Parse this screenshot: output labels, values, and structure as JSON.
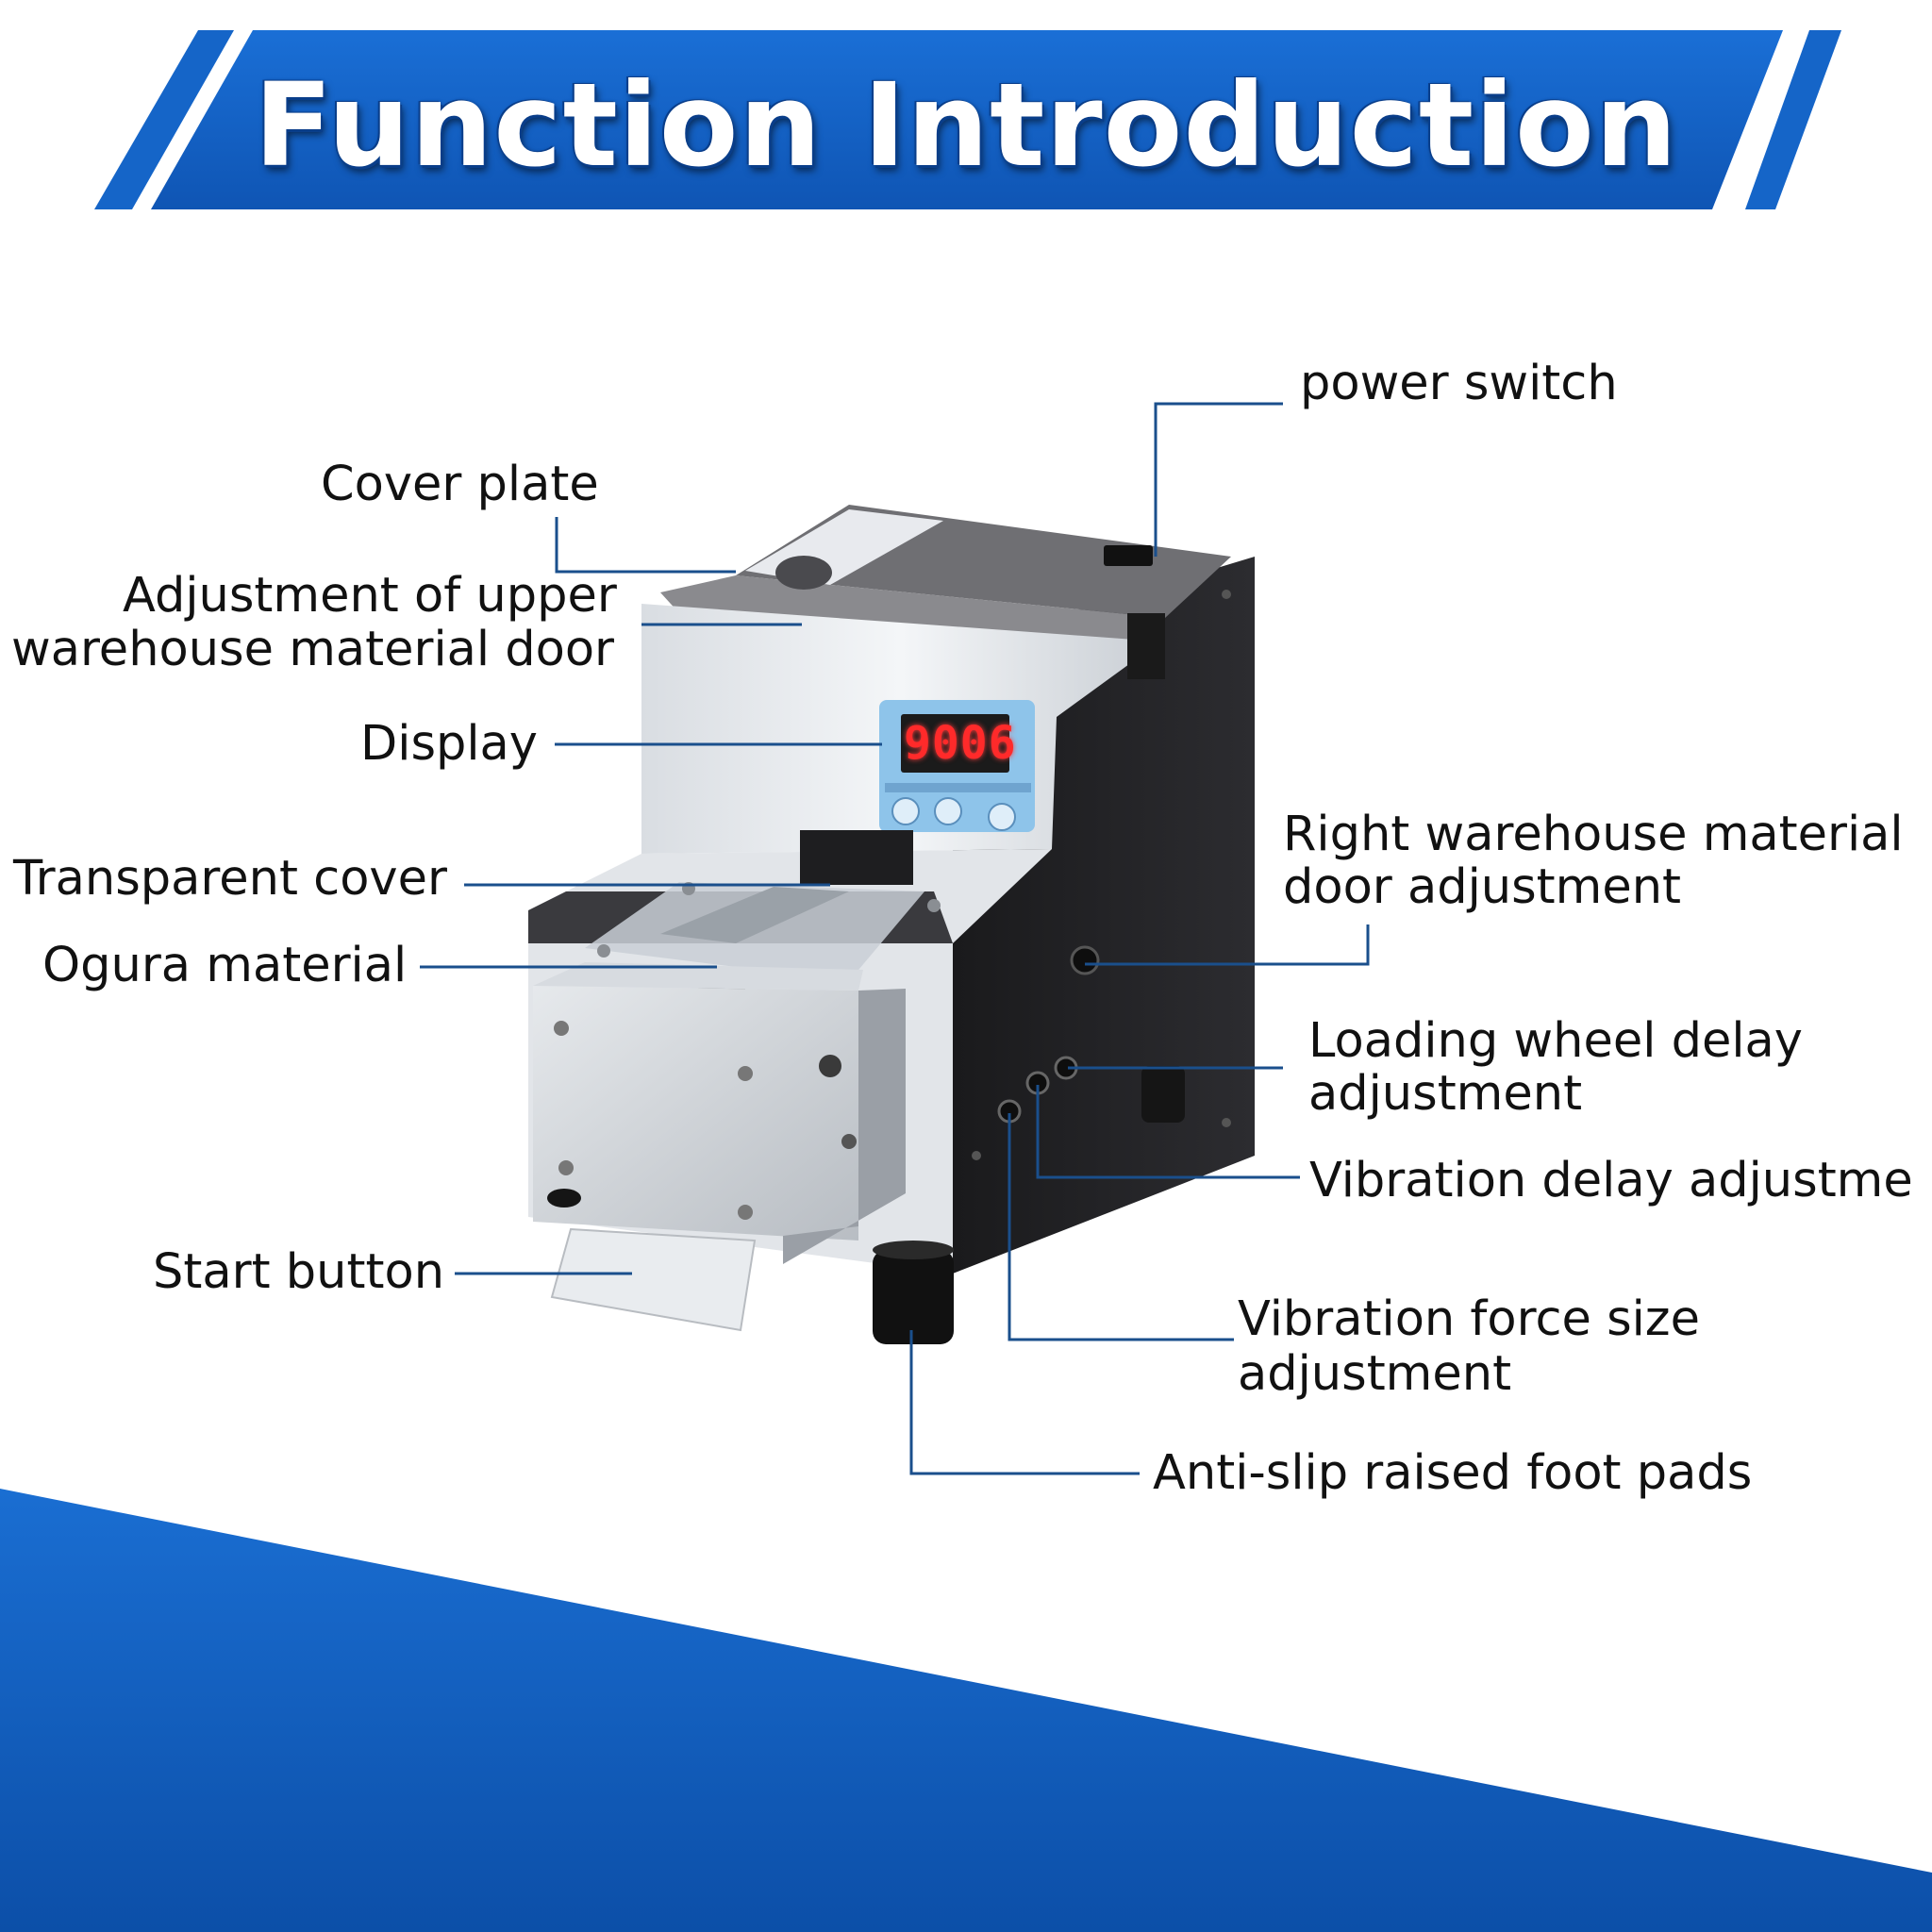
{
  "header": {
    "title": "Function Introduction",
    "accent_color": "#1565c8"
  },
  "machine": {
    "display_readout": "9006"
  },
  "labels": {
    "cover_plate": "Cover plate",
    "adjust_upper_line1": "Adjustment of upper",
    "adjust_upper_line2": "warehouse material door",
    "display": "Display",
    "transparent_cover": "Transparent cover",
    "ogura_material": "Ogura material",
    "start_button": "Start button",
    "power_switch": "power switch",
    "right_door_line1": "Right warehouse material",
    "right_door_line2": "door adjustment",
    "loading_wheel_line1": "Loading wheel delay",
    "loading_wheel_line2": "adjustment",
    "vibration_delay": "Vibration delay adjustme",
    "vibration_force_line1": "Vibration force size",
    "vibration_force_line2": "adjustment",
    "foot_pads": "Anti-slip raised foot pads"
  },
  "colors": {
    "leader_line": "#1a4f8c",
    "footer_blue": "#1565c8"
  }
}
